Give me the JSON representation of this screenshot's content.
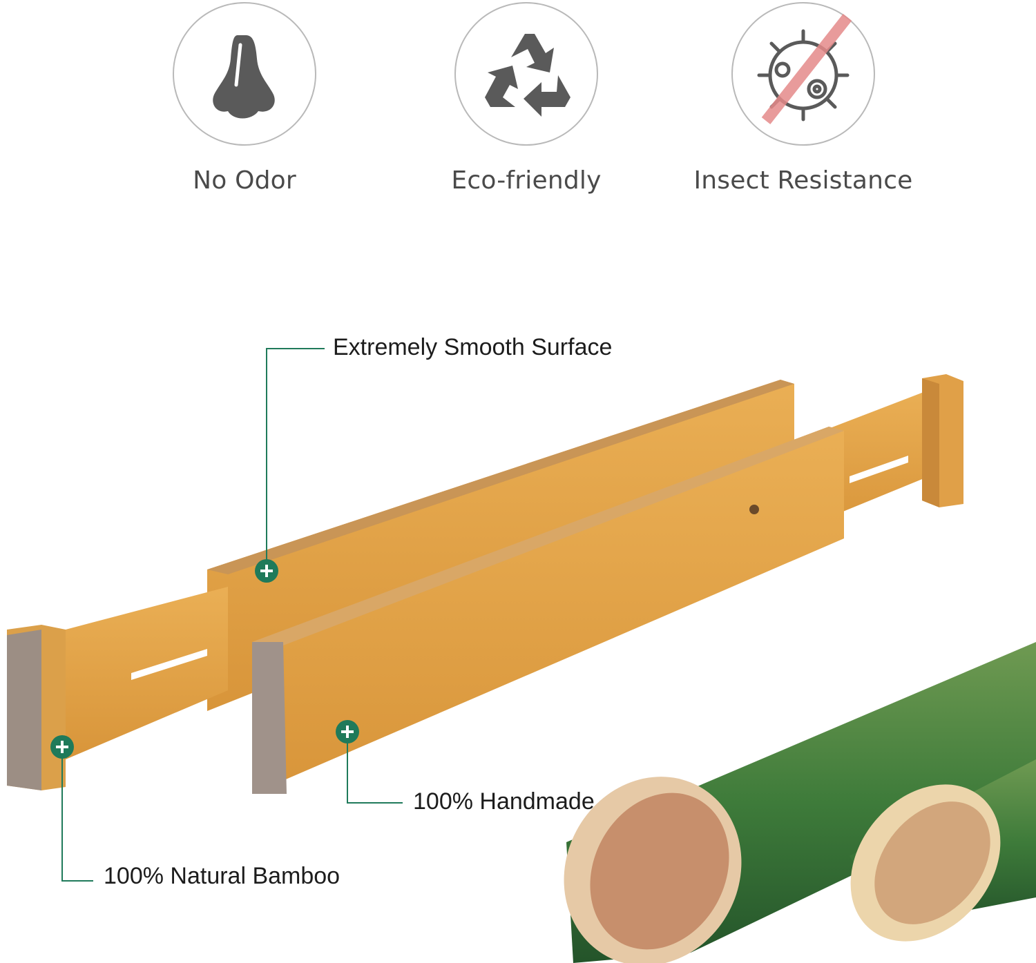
{
  "features": [
    {
      "label": "No Odor",
      "icon": "nose-icon"
    },
    {
      "label": "Eco-friendly",
      "icon": "recycle-icon"
    },
    {
      "label": "Insect Resistance",
      "icon": "no-bug-icon"
    }
  ],
  "callouts": {
    "surface": "Extremely Smooth Surface",
    "handmade": "100% Handmade",
    "bamboo": "100% Natural Bamboo"
  },
  "colors": {
    "accent_green": "#1f7a5a",
    "icon_gray": "#5a5a5a",
    "bamboo_wood": "#e3a54a",
    "strike_red": "#e58a8a"
  }
}
